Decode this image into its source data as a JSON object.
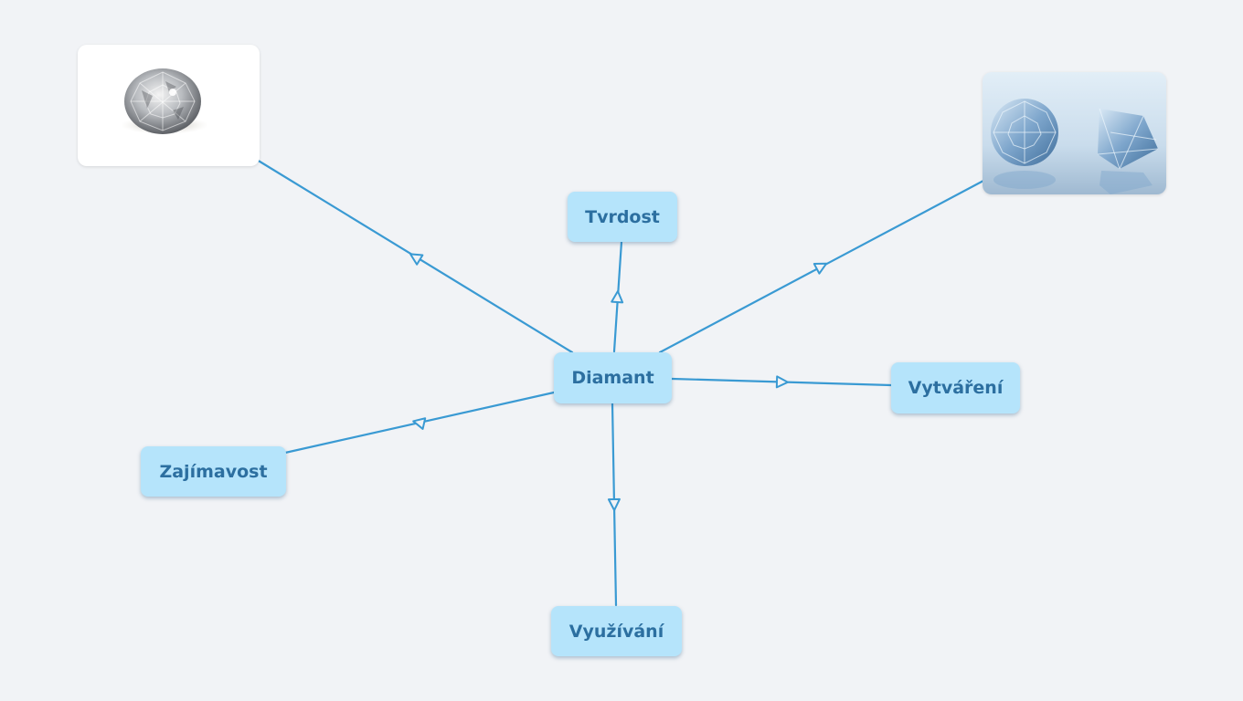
{
  "diagram": {
    "center": {
      "label": "Diamant"
    },
    "branches": [
      {
        "label": "Tvrdost"
      },
      {
        "label": "Vytváření"
      },
      {
        "label": "Využívání"
      },
      {
        "label": "Zajímavost"
      }
    ],
    "images": [
      {
        "icon": "diamond-photo-white-icon"
      },
      {
        "icon": "diamonds-photo-blue-icon"
      }
    ],
    "colors": {
      "node_fill": "#b5e4fb",
      "node_text": "#2c6fa0",
      "edge": "#3a9ad3",
      "background": "#f1f3f6"
    }
  }
}
